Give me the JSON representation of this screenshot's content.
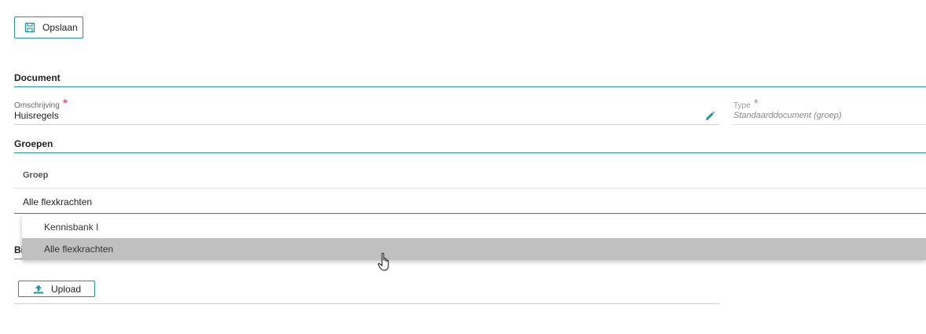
{
  "toolbar": {
    "save_label": "Opslaan",
    "save_icon": "floppy-disk-icon"
  },
  "document_section": {
    "title": "Document",
    "omschrijving": {
      "label": "Omschrijving",
      "required_mark": "*",
      "value": "Huisregels",
      "edit_icon": "pencil-icon"
    },
    "type": {
      "label": "Type",
      "required_mark": "*",
      "value": "Standaarddocument (groep)"
    }
  },
  "groepen_section": {
    "title": "Groepen",
    "column_header": "Groep",
    "rows": [
      "Alle flexkrachten"
    ]
  },
  "dropdown": {
    "options": [
      {
        "label": "Kennisbank I",
        "selected": false
      },
      {
        "label": "Alle flexkrachten",
        "selected": true
      }
    ]
  },
  "bijlage_section": {
    "title_visible": "Bi"
  },
  "upload": {
    "label": "Upload",
    "icon": "upload-icon"
  },
  "colors": {
    "accent": "#1f8fa3",
    "required": "#e0245e",
    "selected_row": "#c0c0c0"
  }
}
